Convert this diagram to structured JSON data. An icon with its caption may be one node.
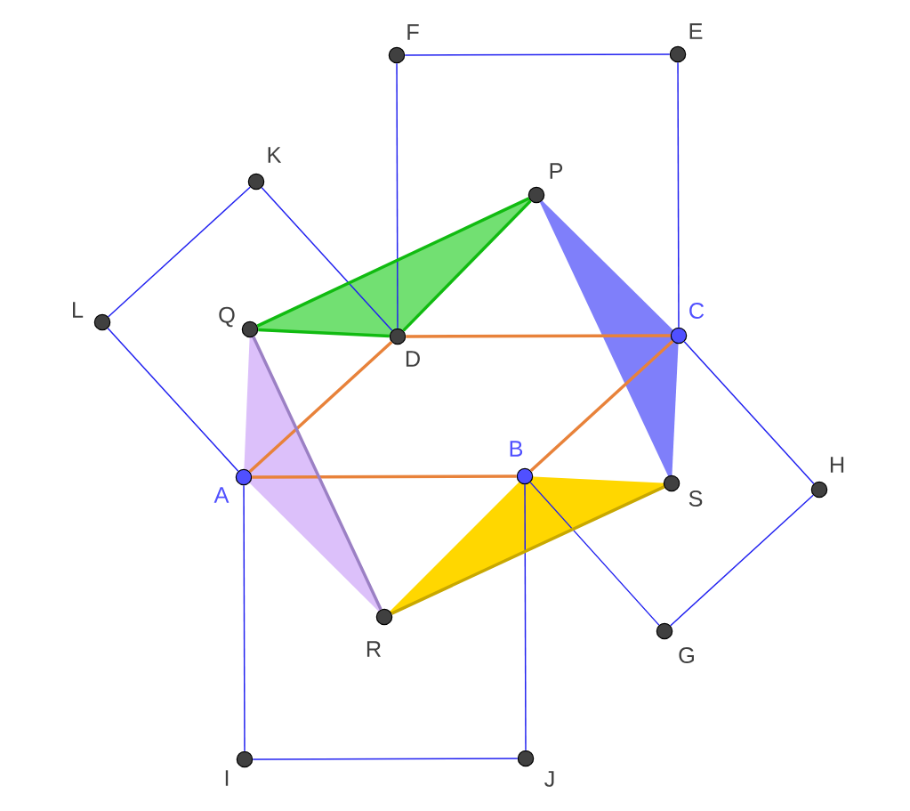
{
  "diagram": {
    "nodes": [
      {
        "text": [
          "F"
        ]
      },
      {
        "text": [
          "E"
        ]
      },
      {
        "text": [
          "K"
        ]
      },
      {
        "text": [
          "P"
        ]
      },
      {
        "text": [
          "L"
        ]
      },
      {
        "text": [
          "Q"
        ]
      },
      {
        "text": [
          "C"
        ]
      },
      {
        "text": [
          "D"
        ]
      },
      {
        "text": [
          "A"
        ]
      },
      {
        "text": [
          "B"
        ]
      },
      {
        "text": [
          "H"
        ]
      },
      {
        "text": [
          "S"
        ]
      },
      {
        "text": [
          "R"
        ]
      },
      {
        "text": [
          "G"
        ]
      },
      {
        "text": [
          "I"
        ]
      },
      {
        "text": [
          "J"
        ]
      }
    ],
    "edges": [
      {
        "from": 0,
        "to": 1,
        "arrow": "none"
      },
      {
        "from": 0,
        "to": 7,
        "arrow": "none"
      },
      {
        "from": 1,
        "to": 6,
        "arrow": "none"
      },
      {
        "from": 2,
        "to": 7,
        "arrow": "none"
      },
      {
        "from": 2,
        "to": 4,
        "arrow": "none"
      },
      {
        "from": 4,
        "to": 8,
        "arrow": "none"
      },
      {
        "from": 6,
        "to": 10,
        "arrow": "none"
      },
      {
        "from": 10,
        "to": 13,
        "arrow": "none"
      },
      {
        "from": 13,
        "to": 9,
        "arrow": "none"
      },
      {
        "from": 9,
        "to": 15,
        "arrow": "none"
      },
      {
        "from": 15,
        "to": 14,
        "arrow": "none"
      },
      {
        "from": 14,
        "to": 8,
        "arrow": "none"
      },
      {
        "from": 8,
        "to": 7,
        "arrow": "none",
        "style": "thick",
        "color": "#e8823a"
      },
      {
        "from": 7,
        "to": 6,
        "arrow": "none",
        "style": "thick",
        "color": "#e8823a"
      },
      {
        "from": 6,
        "to": 9,
        "arrow": "none",
        "style": "thick",
        "color": "#e8823a"
      },
      {
        "from": 8,
        "to": 9,
        "arrow": "none",
        "style": "thick",
        "color": "#e8823a"
      },
      {
        "from": 5,
        "to": 3,
        "arrow": "none",
        "style": "thick",
        "color": "#11bb11"
      },
      {
        "from": 5,
        "to": 7,
        "arrow": "none",
        "style": "thick",
        "color": "#11bb11"
      },
      {
        "from": 7,
        "to": 3,
        "arrow": "none",
        "style": "thick",
        "color": "#11bb11"
      },
      {
        "from": 5,
        "to": 12,
        "arrow": "none",
        "style": "thick",
        "color": "#9b80c4"
      },
      {
        "from": 12,
        "to": 11,
        "arrow": "none",
        "style": "thick",
        "color": "#c8a800"
      }
    ]
  }
}
